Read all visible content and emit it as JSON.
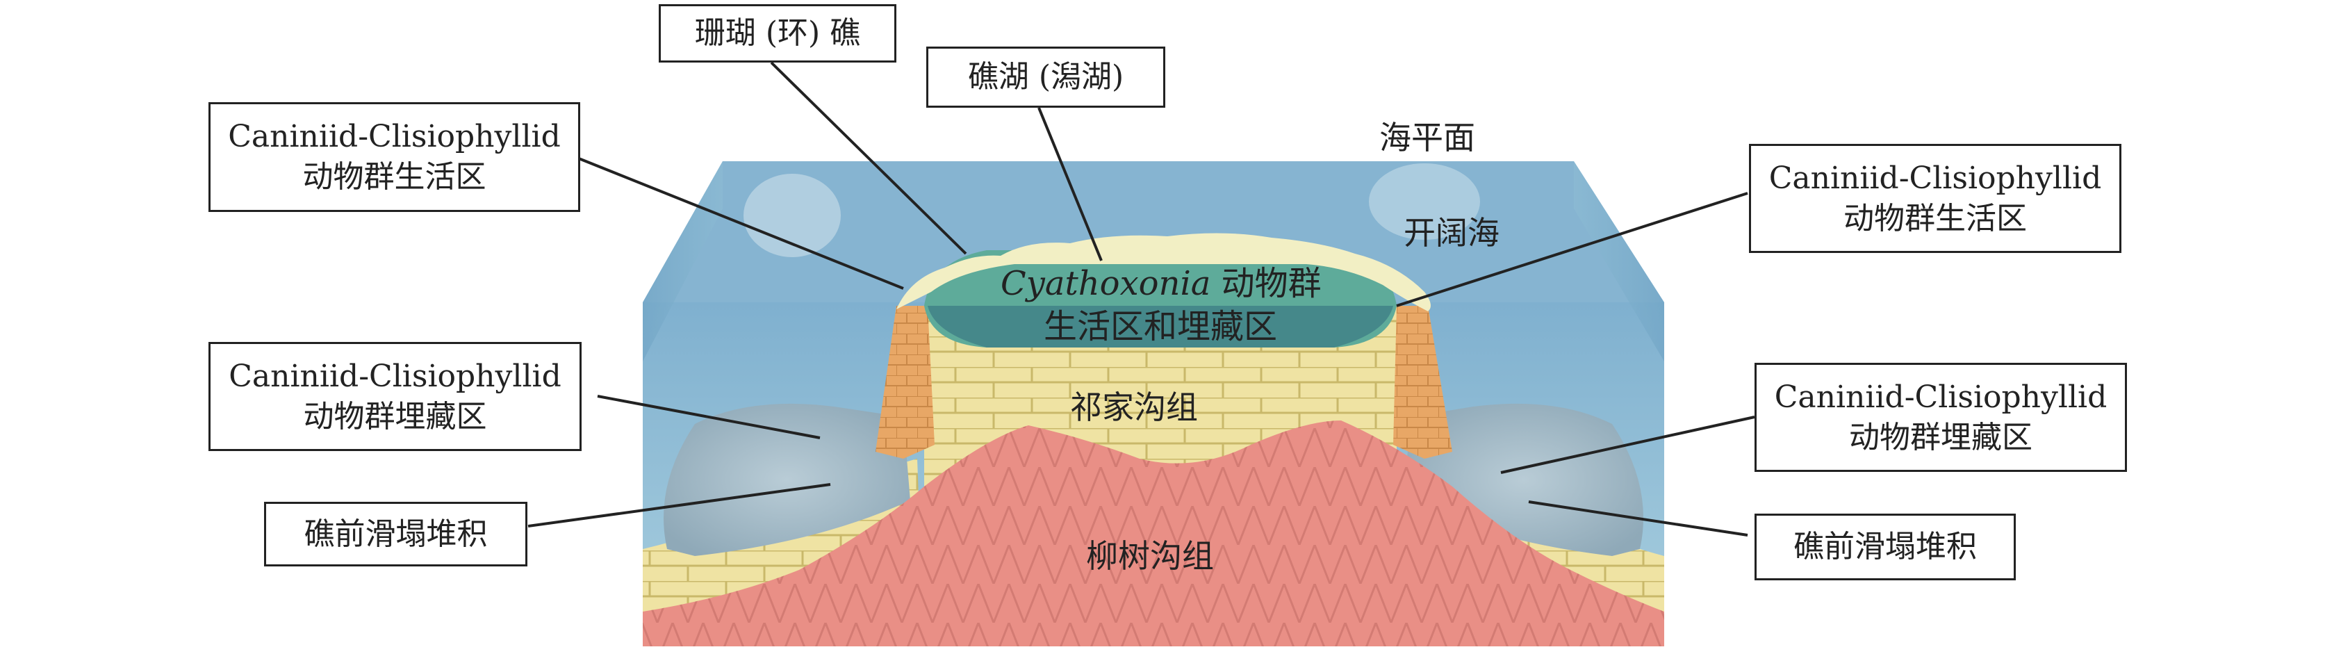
{
  "colors": {
    "water_upper": "#7fb0cf",
    "water_lower": "#a9cfdf",
    "water_side": "#6fa3c4",
    "reef_crest": "#f2efc4",
    "lagoon": "#5eab9a",
    "lagoon_dark": "#3f7f86",
    "limestone": "#efe3a3",
    "limestone_line": "#c9b86a",
    "orange_wall": "#e8a766",
    "pink_base": "#e98f86",
    "pink_pattern": "#c9736b",
    "slump": "#9fb8c6",
    "box_border": "#222222",
    "text": "#222222"
  },
  "labels": {
    "coral_reef": "珊瑚 (环) 礁",
    "lagoon": "礁湖 (潟湖)",
    "sea_level": "海平面",
    "open_sea": "开阔海",
    "cyathoxonia_italic": "Cyathoxonia",
    "cyathoxonia_rest": " 动物群",
    "cyathoxonia_line2": "生活区和埋藏区",
    "qijiagou": "祁家沟组",
    "liushugou": "柳树沟组",
    "left_living_1": "Caniniid-Clisiophyllid",
    "left_living_2": "动物群生活区",
    "left_burial_1": "Caniniid-Clisiophyllid",
    "left_burial_2": "动物群埋藏区",
    "left_slump": "礁前滑塌堆积",
    "right_living_1": "Caniniid-Clisiophyllid",
    "right_living_2": "动物群生活区",
    "right_burial_1": "Caniniid-Clisiophyllid",
    "right_burial_2": "动物群埋藏区",
    "right_slump": "礁前滑塌堆积"
  }
}
